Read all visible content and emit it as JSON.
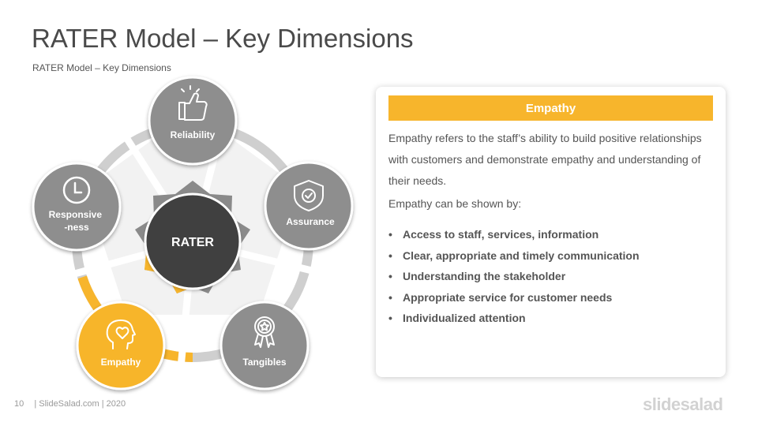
{
  "slide": {
    "title": "RATER Model  – Key Dimensions",
    "subtitle": "RATER Model  – Key Dimensions"
  },
  "diagram": {
    "center_label": "RATER",
    "nodes": [
      {
        "id": "reliability",
        "label": "Reliability",
        "icon": "thumbs-up-icon",
        "active": false
      },
      {
        "id": "assurance",
        "label": "Assurance",
        "icon": "shield-check-icon",
        "active": false
      },
      {
        "id": "tangibles",
        "label": "Tangibles",
        "icon": "award-badge-icon",
        "active": false
      },
      {
        "id": "empathy",
        "label": "Empathy",
        "icon": "head-heart-icon",
        "active": true
      },
      {
        "id": "responsiveness",
        "label": "Responsive-ness",
        "label_lines": [
          "Responsive",
          "-ness"
        ],
        "icon": "clock-icon",
        "active": false
      }
    ],
    "colors": {
      "node_gray": "#8e8e8e",
      "node_active": "#f7b52c",
      "ring_gray": "#cfcfcf",
      "pentagon_fill": "#f2f2f2",
      "star_gray": "#8a8a8a",
      "center_dark": "#3e3e3e"
    }
  },
  "panel": {
    "header": "Empathy",
    "description": "Empathy refers to the staff’s ability to build positive relationships with customers and demonstrate empathy and understanding of their needs.",
    "intro": "Empathy can be shown by:",
    "bullets": [
      "Access to staff, services, information",
      "Clear, appropriate and timely communication",
      "Understanding the stakeholder",
      "Appropriate service for customer needs",
      "Individualized attention"
    ],
    "accent_color": "#f7b52c"
  },
  "footer": {
    "page_number": "10",
    "text": "| SlideSalad.com | 2020",
    "brand": "slidesalad"
  }
}
